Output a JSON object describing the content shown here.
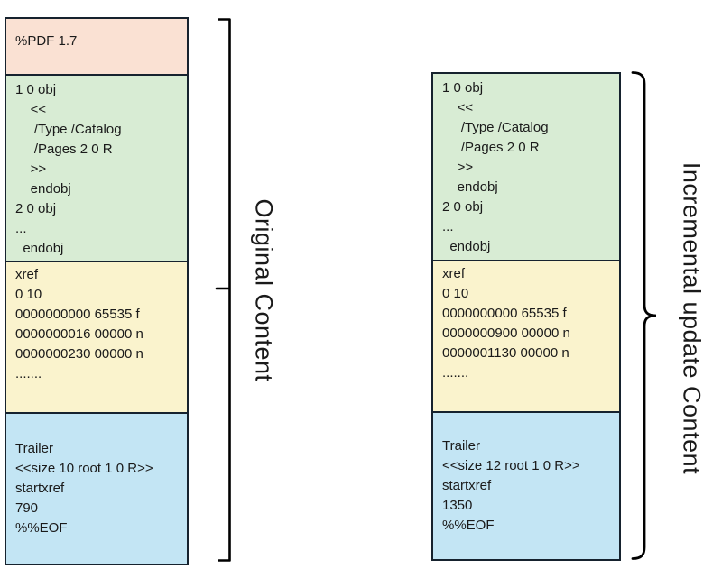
{
  "colors": {
    "header": "#FAE1D3",
    "objects": "#D8ECD4",
    "xref": "#FAF3CD",
    "trailer": "#C3E5F4",
    "border": "#16222E",
    "text": "#1A1A1A",
    "brace": "#000000"
  },
  "original": {
    "label": "Original Content",
    "header_lines": [
      "%PDF 1.7"
    ],
    "objects_lines": [
      "1 0 obj",
      "    <<",
      "     /Type /Catalog",
      "     /Pages 2 0 R",
      "    >>",
      "    endobj",
      "2 0 obj",
      "...",
      "  endobj"
    ],
    "xref_lines": [
      "xref",
      "0 10",
      "0000000000 65535 f",
      "0000000016 00000 n",
      "0000000230 00000 n",
      "......."
    ],
    "trailer_lines": [
      "Trailer",
      "<<size 10 root 1 0 R>>",
      "startxref",
      "790",
      "%%EOF"
    ]
  },
  "incremental": {
    "label": "Incremental update Content",
    "objects_lines": [
      "1 0 obj",
      "    <<",
      "     /Type /Catalog",
      "     /Pages 2 0 R",
      "    >>",
      "    endobj",
      "2 0 obj",
      "...",
      "  endobj"
    ],
    "xref_lines": [
      "xref",
      "0 10",
      "0000000000 65535 f",
      "0000000900 00000 n",
      "0000001130 00000 n",
      "......."
    ],
    "trailer_lines": [
      "Trailer",
      "<<size 12 root 1 0 R>>",
      "startxref",
      "1350",
      "%%EOF"
    ]
  }
}
